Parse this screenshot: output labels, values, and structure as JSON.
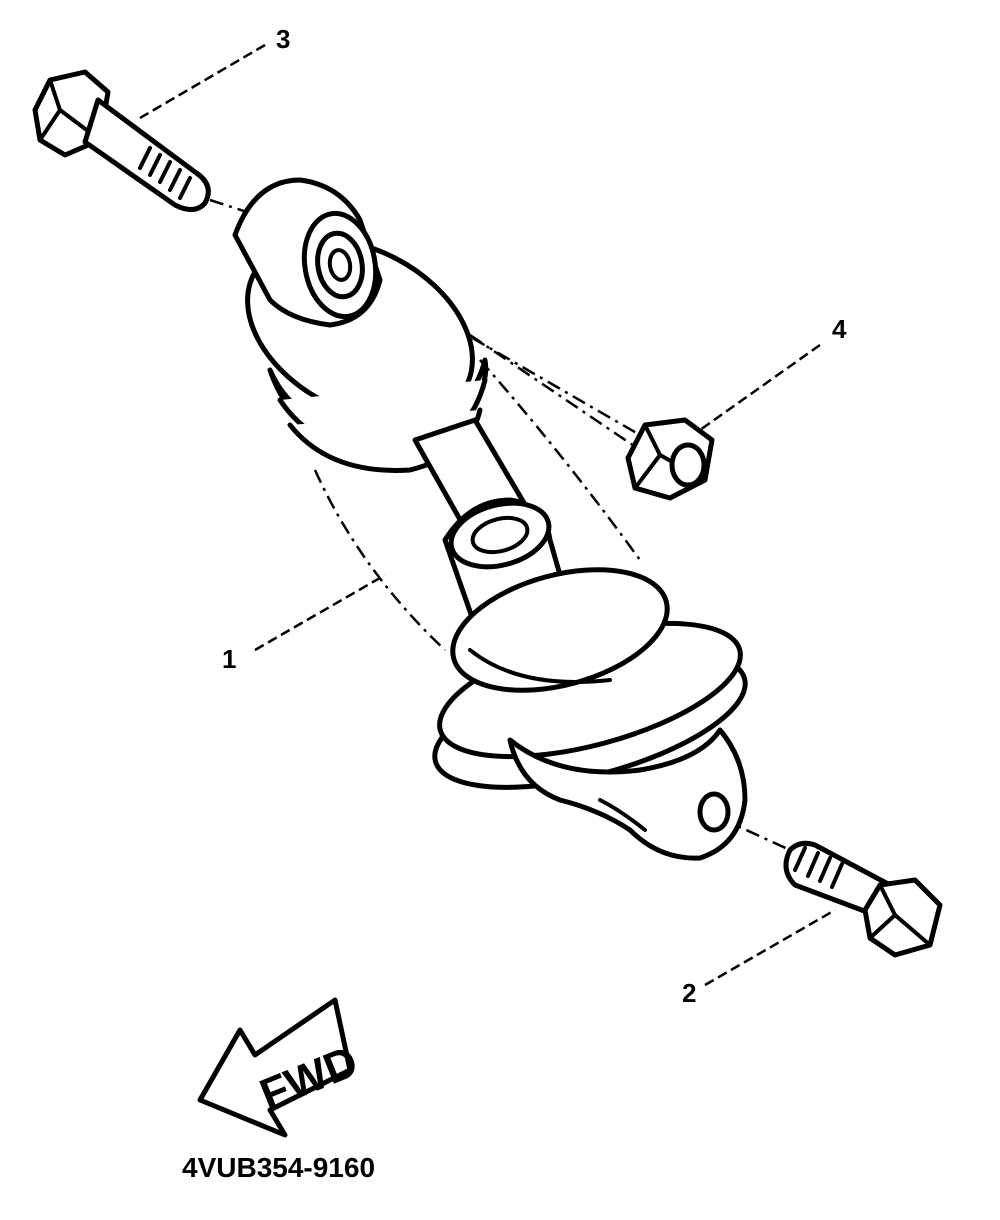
{
  "callouts": [
    {
      "id": "shock-absorber",
      "number": "1"
    },
    {
      "id": "lower-bolt",
      "number": "2"
    },
    {
      "id": "upper-bolt",
      "number": "3"
    },
    {
      "id": "nut",
      "number": "4"
    }
  ],
  "direction_marker": {
    "label": "FWD"
  },
  "drawing_code": "4VUB354-9160"
}
